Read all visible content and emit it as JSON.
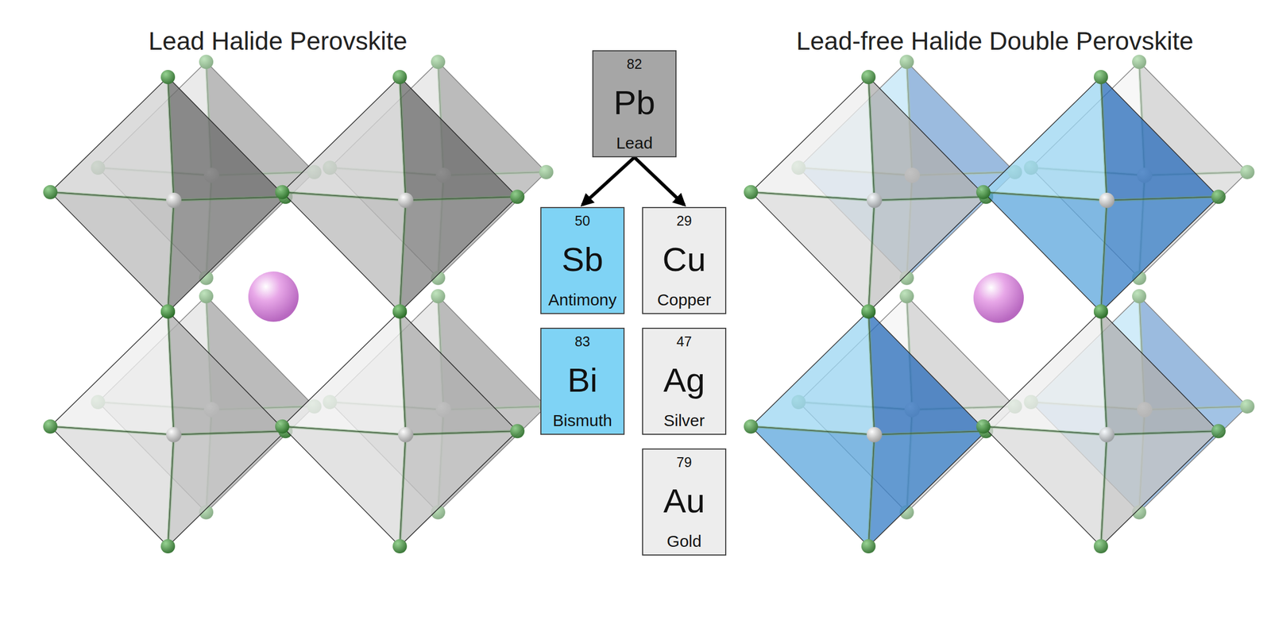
{
  "diagram": {
    "nodes": [
      {
        "text": [
          "82",
          "Pb",
          "Lead"
        ]
      },
      {
        "text": [
          "50",
          "Sb",
          "Antimony"
        ]
      },
      {
        "text": [
          "29",
          "Cu",
          "Copper"
        ]
      },
      {
        "text": [
          "83",
          "Bi",
          "Bismuth"
        ]
      },
      {
        "text": [
          "47",
          "Ag",
          "Silver"
        ]
      },
      {
        "text": [
          "79",
          "Au",
          "Gold"
        ]
      }
    ],
    "edges": [
      {
        "from": 0,
        "to": 1,
        "arrow": "to"
      },
      {
        "from": 0,
        "to": 2,
        "arrow": "to"
      }
    ],
    "labels": [
      "Lead Halide Perovskite",
      "Lead-free Halide Double Perovskite"
    ]
  }
}
